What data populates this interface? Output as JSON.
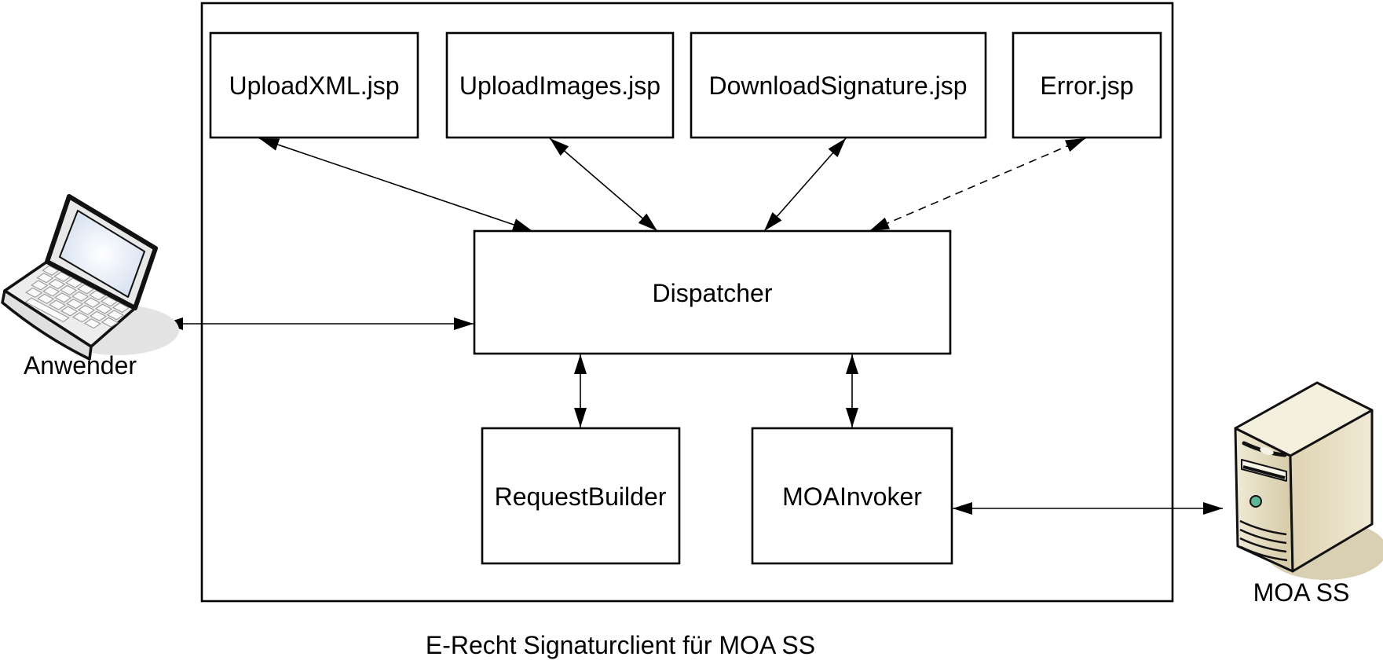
{
  "caption": "E-Recht Signaturclient für MOA SS",
  "nodes": {
    "upload_xml": "UploadXML.jsp",
    "upload_images": "UploadImages.jsp",
    "download_signature": "DownloadSignature.jsp",
    "error": "Error.jsp",
    "dispatcher": "Dispatcher",
    "request_builder": "RequestBuilder",
    "moa_invoker": "MOAInvoker"
  },
  "actors": {
    "user_label": "Anwender",
    "server_label": "MOA SS"
  },
  "connections": [
    {
      "from": "Anwender",
      "to": "Dispatcher",
      "style": "solid",
      "bidirectional": true
    },
    {
      "from": "UploadXML.jsp",
      "to": "Dispatcher",
      "style": "solid",
      "bidirectional": true
    },
    {
      "from": "UploadImages.jsp",
      "to": "Dispatcher",
      "style": "solid",
      "bidirectional": true
    },
    {
      "from": "DownloadSignature.jsp",
      "to": "Dispatcher",
      "style": "solid",
      "bidirectional": true
    },
    {
      "from": "Error.jsp",
      "to": "Dispatcher",
      "style": "dashed",
      "bidirectional": true
    },
    {
      "from": "Dispatcher",
      "to": "RequestBuilder",
      "style": "solid",
      "bidirectional": true
    },
    {
      "from": "Dispatcher",
      "to": "MOAInvoker",
      "style": "solid",
      "bidirectional": true
    },
    {
      "from": "MOAInvoker",
      "to": "MOA SS",
      "style": "solid",
      "bidirectional": true
    }
  ],
  "colors": {
    "line": "#000000",
    "box_fill": "#ffffff",
    "background": "#ffffff",
    "laptop_screen_edge": "#c8d6ec",
    "laptop_body": "#ededed",
    "laptop_shadow": "#e3e3e3",
    "server_front": "#ddd3b3",
    "server_side": "#e9e1c6",
    "server_top": "#f4f0de",
    "server_led": "#5db795",
    "server_shadow": "#d9cfb2"
  }
}
